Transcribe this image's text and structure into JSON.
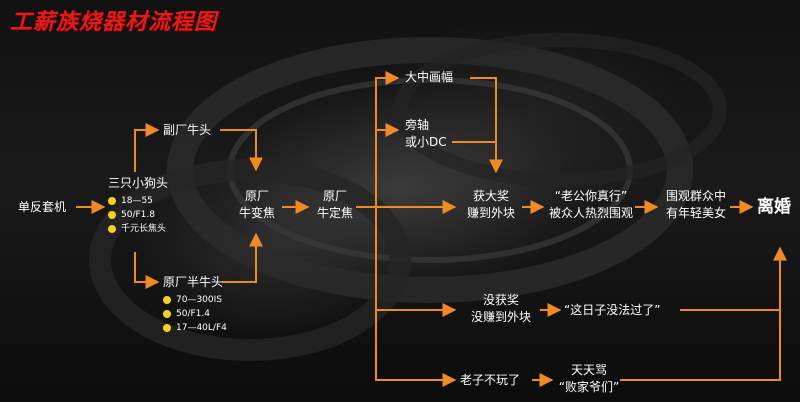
{
  "title": "工薪族烧器材流程图",
  "colors": {
    "arrow": "#f08a24",
    "title": "#e31b1b",
    "bullet": "#f4d21e",
    "text": "#ffffff"
  },
  "nodes": {
    "start": "单反套机",
    "three_dogs": {
      "label": "三只小狗头",
      "items": [
        "18—55",
        "50/F1.8",
        "千元长焦头"
      ]
    },
    "sub_factory": "副厂牛头",
    "half_cow": {
      "label": "原厂半牛头",
      "items": [
        "70—300IS",
        "50/F1.4",
        "17—40L/F4"
      ]
    },
    "orig_change_line1": "原厂",
    "orig_change_line2": "牛变焦",
    "orig_fixed_line1": "原厂",
    "orig_fixed_line2": "牛定焦",
    "medium_large": "大中画幅",
    "rangefinder_line1": "旁轴",
    "rangefinder_line2": "或小DC",
    "award_line1": "获大奖",
    "award_line2": "赚到外块",
    "wife_line1": "“老公你真行”",
    "wife_line2": "被众人热烈围观",
    "crowd_line1": "围观群众中",
    "crowd_line2": "有年轻美女",
    "divorce": "离婚",
    "noaward_line1": "没获奖",
    "noaward_line2": "没赚到外块",
    "cant_live": "“这日子没法过了”",
    "quit": "老子不玩了",
    "scold_line1": "天天骂",
    "scold_line2": "“败家爷们”"
  }
}
